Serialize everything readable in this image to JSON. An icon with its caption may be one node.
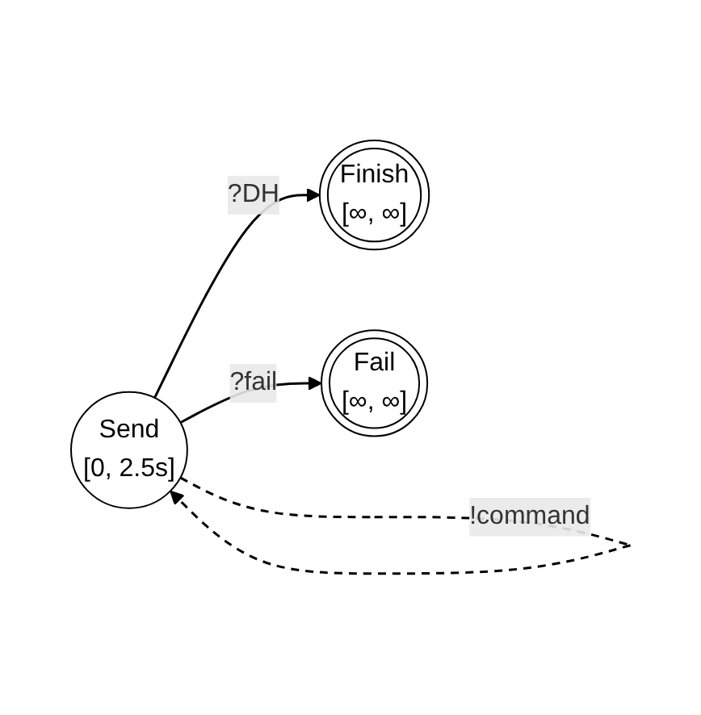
{
  "diagram": {
    "nodes": [
      {
        "text": [
          "Send",
          "[0, 2.5s]"
        ]
      },
      {
        "text": [
          "Finish",
          "[∞, ∞]"
        ]
      },
      {
        "text": [
          "Fail",
          "[∞, ∞]"
        ]
      }
    ],
    "edges": [
      {
        "from": 0,
        "to": 0,
        "arrow": "to",
        "label": "!command",
        "style": "dashed"
      },
      {
        "from": 0,
        "to": 1,
        "arrow": "to",
        "label": "?DH"
      },
      {
        "from": 0,
        "to": 2,
        "arrow": "to",
        "label": "?fail"
      }
    ]
  }
}
